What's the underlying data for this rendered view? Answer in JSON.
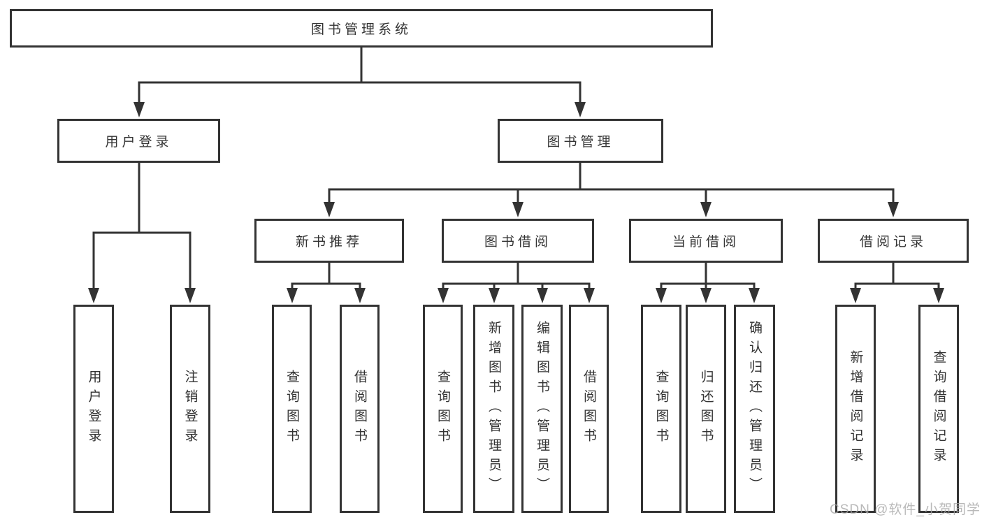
{
  "tree": {
    "root": {
      "label": "图书管理系统"
    },
    "branches": [
      {
        "label": "用户登录",
        "children": [
          {
            "label": "用户登录"
          },
          {
            "label": "注销登录"
          }
        ]
      },
      {
        "label": "图书管理",
        "children": [
          {
            "label": "新书推荐",
            "children": [
              {
                "label": "查询图书"
              },
              {
                "label": "借阅图书"
              }
            ]
          },
          {
            "label": "图书借阅",
            "children": [
              {
                "label": "查询图书"
              },
              {
                "label": "新增图书（管理员）"
              },
              {
                "label": "编辑图书（管理员）"
              },
              {
                "label": "借阅图书"
              }
            ]
          },
          {
            "label": "当前借阅",
            "children": [
              {
                "label": "查询图书"
              },
              {
                "label": "归还图书"
              },
              {
                "label": "确认归还（管理员）"
              }
            ]
          },
          {
            "label": "借阅记录",
            "children": [
              {
                "label": "新增借阅记录"
              },
              {
                "label": "查询借阅记录"
              }
            ]
          }
        ]
      }
    ]
  },
  "watermark": {
    "text": "CSDN @软件_小贺同学"
  },
  "colors": {
    "line": "#333333",
    "box_border": "#333333",
    "text": "#333333",
    "watermark": "#a8a8a8",
    "background": "#ffffff"
  }
}
